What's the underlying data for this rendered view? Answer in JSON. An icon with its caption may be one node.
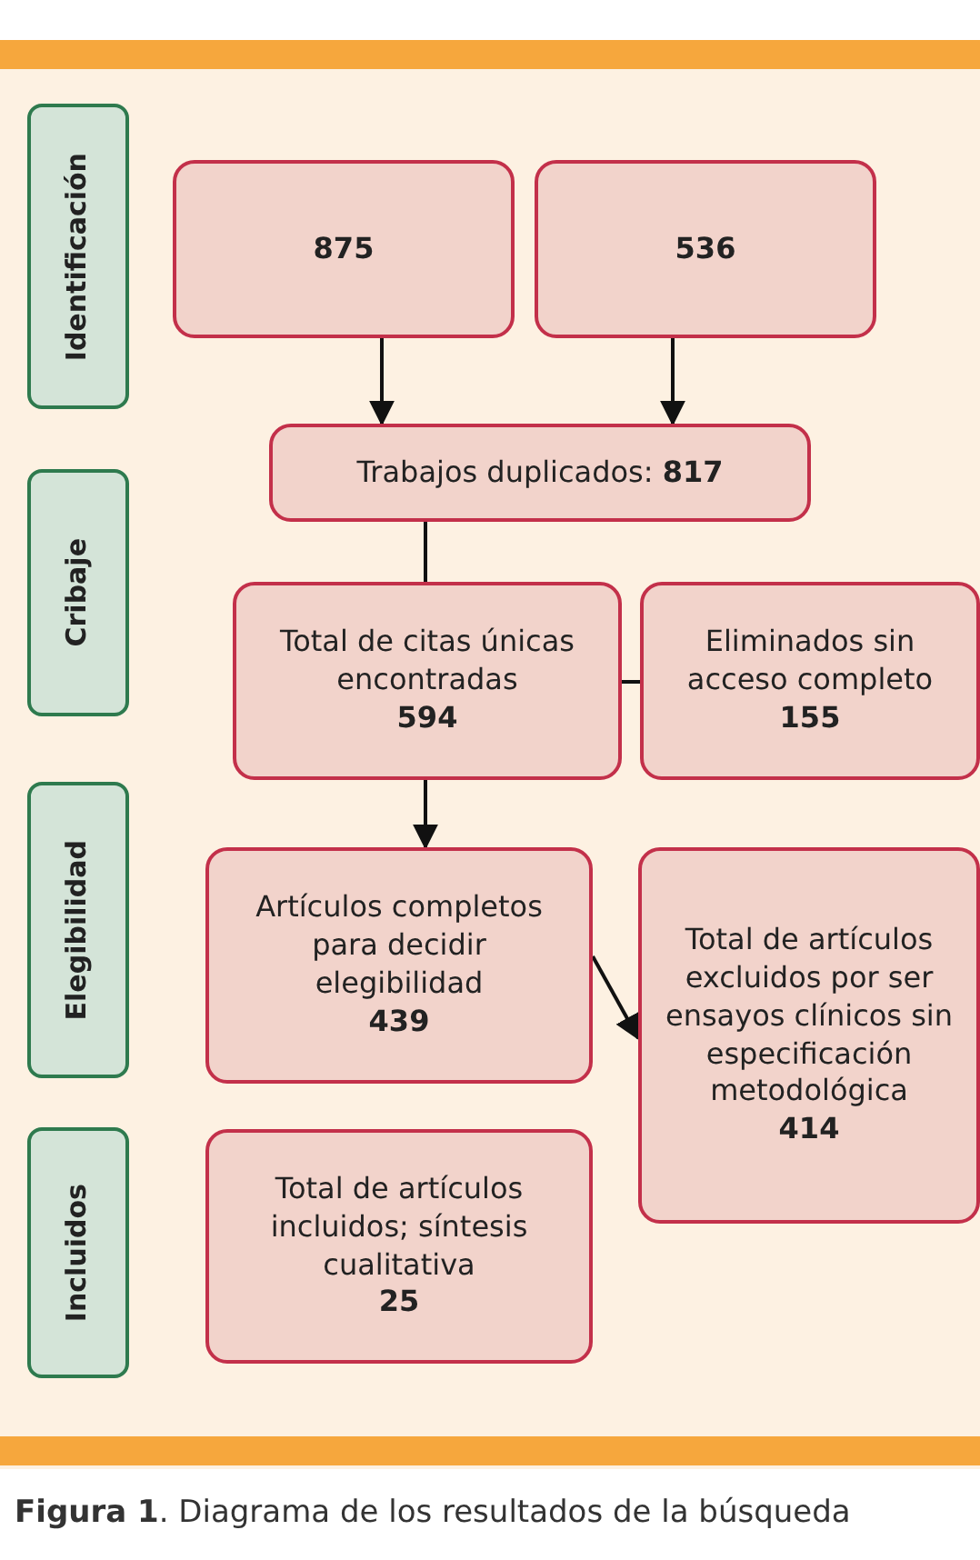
{
  "diagram": {
    "caption": "**Figura 1**. Diagrama de los resultados de la búsqueda",
    "nodes": [
      {
        "text": [
          "Identificación"
        ]
      },
      {
        "text": [
          "Cribaje"
        ]
      },
      {
        "text": [
          "Elegibilidad"
        ]
      },
      {
        "text": [
          "Incluidos"
        ]
      },
      {
        "text": [
          "875"
        ]
      },
      {
        "text": [
          "536"
        ]
      },
      {
        "text": [
          "Trabajos duplicados: **817**"
        ]
      },
      {
        "text": [
          "Total de citas únicas encontradas",
          "594"
        ]
      },
      {
        "text": [
          "Eliminados sin acceso completo",
          "155"
        ]
      },
      {
        "text": [
          "Artículos completos para decidir elegibilidad",
          "439"
        ]
      },
      {
        "text": [
          "Total de artículos excluidos por ser ensayos clínicos sin especificación metodológica",
          "414"
        ]
      },
      {
        "text": [
          "Total de artículos incluidos; síntesis cualitativa",
          "25"
        ]
      }
    ],
    "edges": [
      {
        "from": 4,
        "to": 6,
        "arrow": "to"
      },
      {
        "from": 5,
        "to": 6,
        "arrow": "to"
      },
      {
        "from": 6,
        "to": 7,
        "arrow": "none"
      },
      {
        "from": 7,
        "to": 8,
        "arrow": "none"
      },
      {
        "from": 7,
        "to": 9,
        "arrow": "to"
      },
      {
        "from": 9,
        "to": 10,
        "arrow": "to"
      }
    ]
  }
}
